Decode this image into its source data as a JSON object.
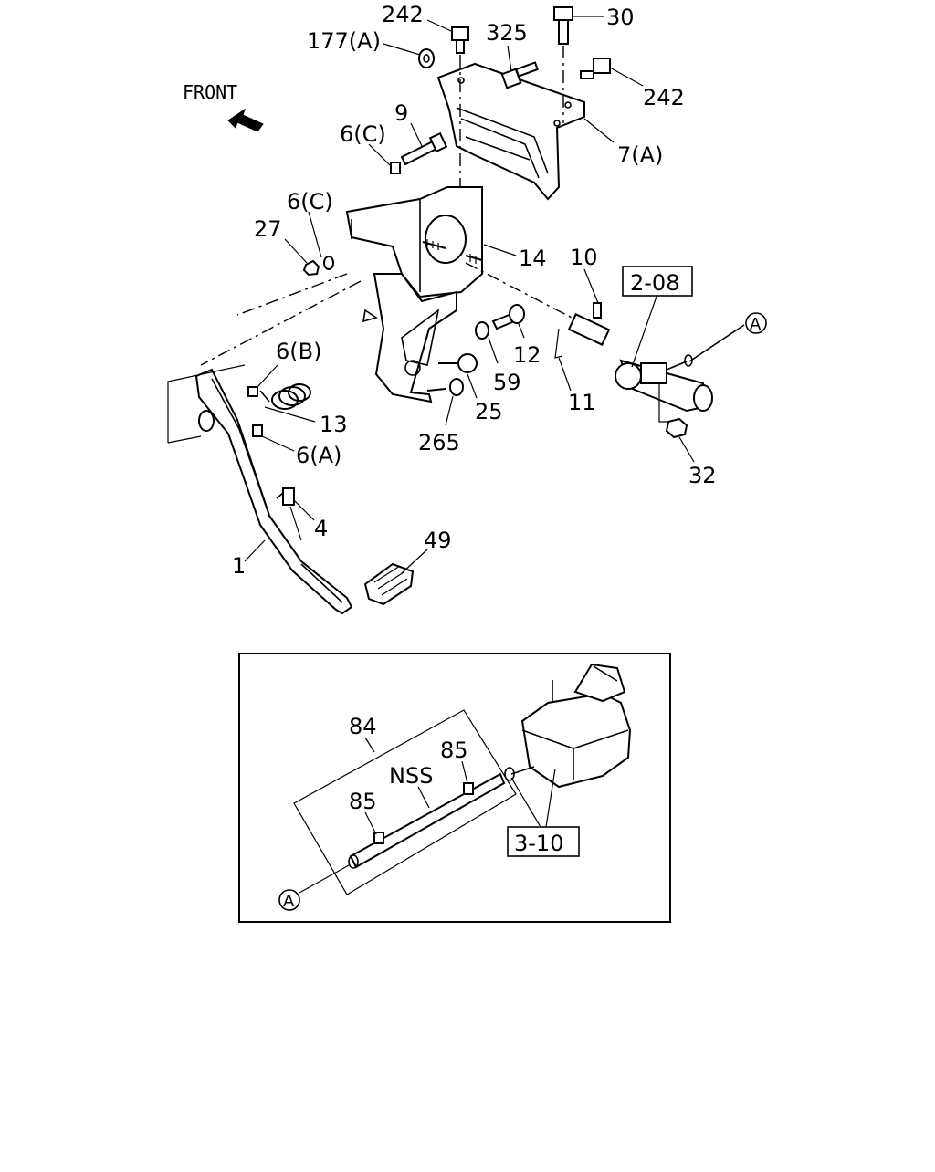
{
  "diagram": {
    "front_label": "FRONT",
    "labels": {
      "p242a": "242",
      "p177a": "177(A)",
      "p325": "325",
      "p30": "30",
      "p242b": "242",
      "p9": "9",
      "p6c_top": "6(C)",
      "p7a": "7(A)",
      "p6c_left": "6(C)",
      "p27": "27",
      "p14": "14",
      "p10": "10",
      "p12": "12",
      "p6b": "6(B)",
      "p59": "59",
      "p11": "11",
      "p25": "25",
      "p13": "13",
      "p265": "265",
      "p6a": "6(A)",
      "p32": "32",
      "p4": "4",
      "p49": "49",
      "p1": "1",
      "p84": "84",
      "p85_top": "85",
      "pnss": "NSS",
      "p85_low": "85"
    },
    "ref_boxes": {
      "r208": "2-08",
      "r310": "3-10"
    },
    "circle_refs": {
      "a_top": "A",
      "a_bottom": "A"
    }
  }
}
